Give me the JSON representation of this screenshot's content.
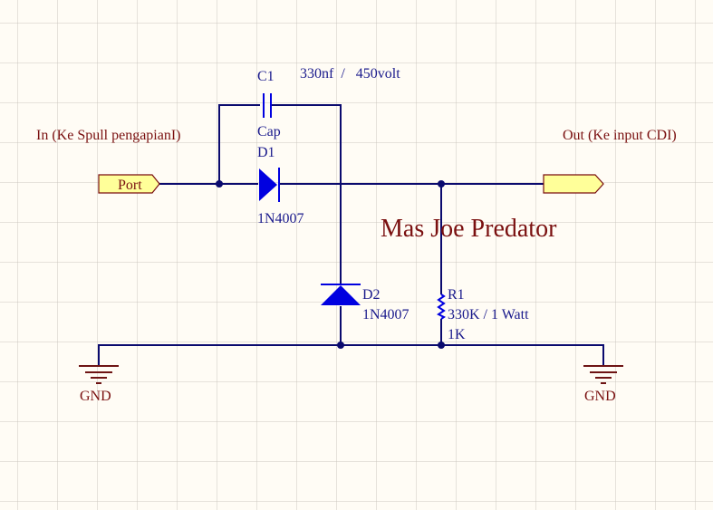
{
  "colors": {
    "background": "#fffcf5",
    "wire": "#0a0a6e",
    "component": "#0000e0",
    "designator_text": "#1a1a8c",
    "net_text": "#7a1010",
    "port_fill": "#ffff99",
    "port_border": "#7a1010"
  },
  "title": "Mas Joe Predator",
  "net_labels": {
    "input": "In (Ke Spull pengapianI)",
    "output": "Out (Ke input CDI)"
  },
  "ports": [
    {
      "name": "Port",
      "direction": "input"
    },
    {
      "name": "",
      "direction": "output"
    }
  ],
  "components": {
    "c1": {
      "designator": "C1",
      "type": "Cap",
      "value": "330nf  /   450volt"
    },
    "d1": {
      "designator": "D1",
      "part": "1N4007"
    },
    "d2": {
      "designator": "D2",
      "part": "1N4007"
    },
    "r1": {
      "designator": "R1",
      "value": "330K / 1 Watt",
      "comment": "1K"
    }
  },
  "power": [
    {
      "name": "GND"
    },
    {
      "name": "GND"
    }
  ]
}
